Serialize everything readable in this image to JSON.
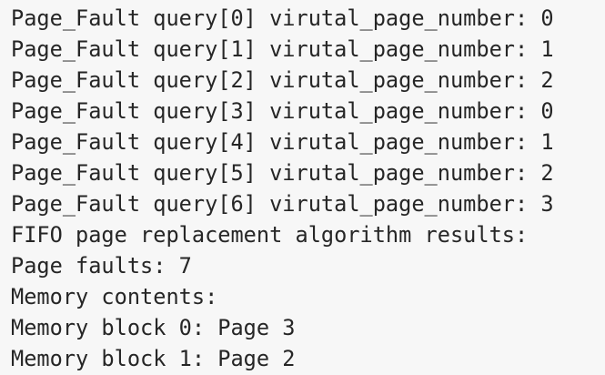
{
  "console": {
    "lines": [
      "Page_Fault query[0] virutal_page_number: 0",
      "Page_Fault query[1] virutal_page_number: 1",
      "Page_Fault query[2] virutal_page_number: 2",
      "Page_Fault query[3] virutal_page_number: 0",
      "Page_Fault query[4] virutal_page_number: 1",
      "Page_Fault query[5] virutal_page_number: 2",
      "Page_Fault query[6] virutal_page_number: 3",
      "FIFO page replacement algorithm results:",
      "Page faults: 7",
      "Memory contents:",
      "Memory block 0: Page 3",
      "Memory block 1: Page 2"
    ]
  },
  "colors": {
    "background": "#f7f7f7",
    "text": "#262626"
  }
}
